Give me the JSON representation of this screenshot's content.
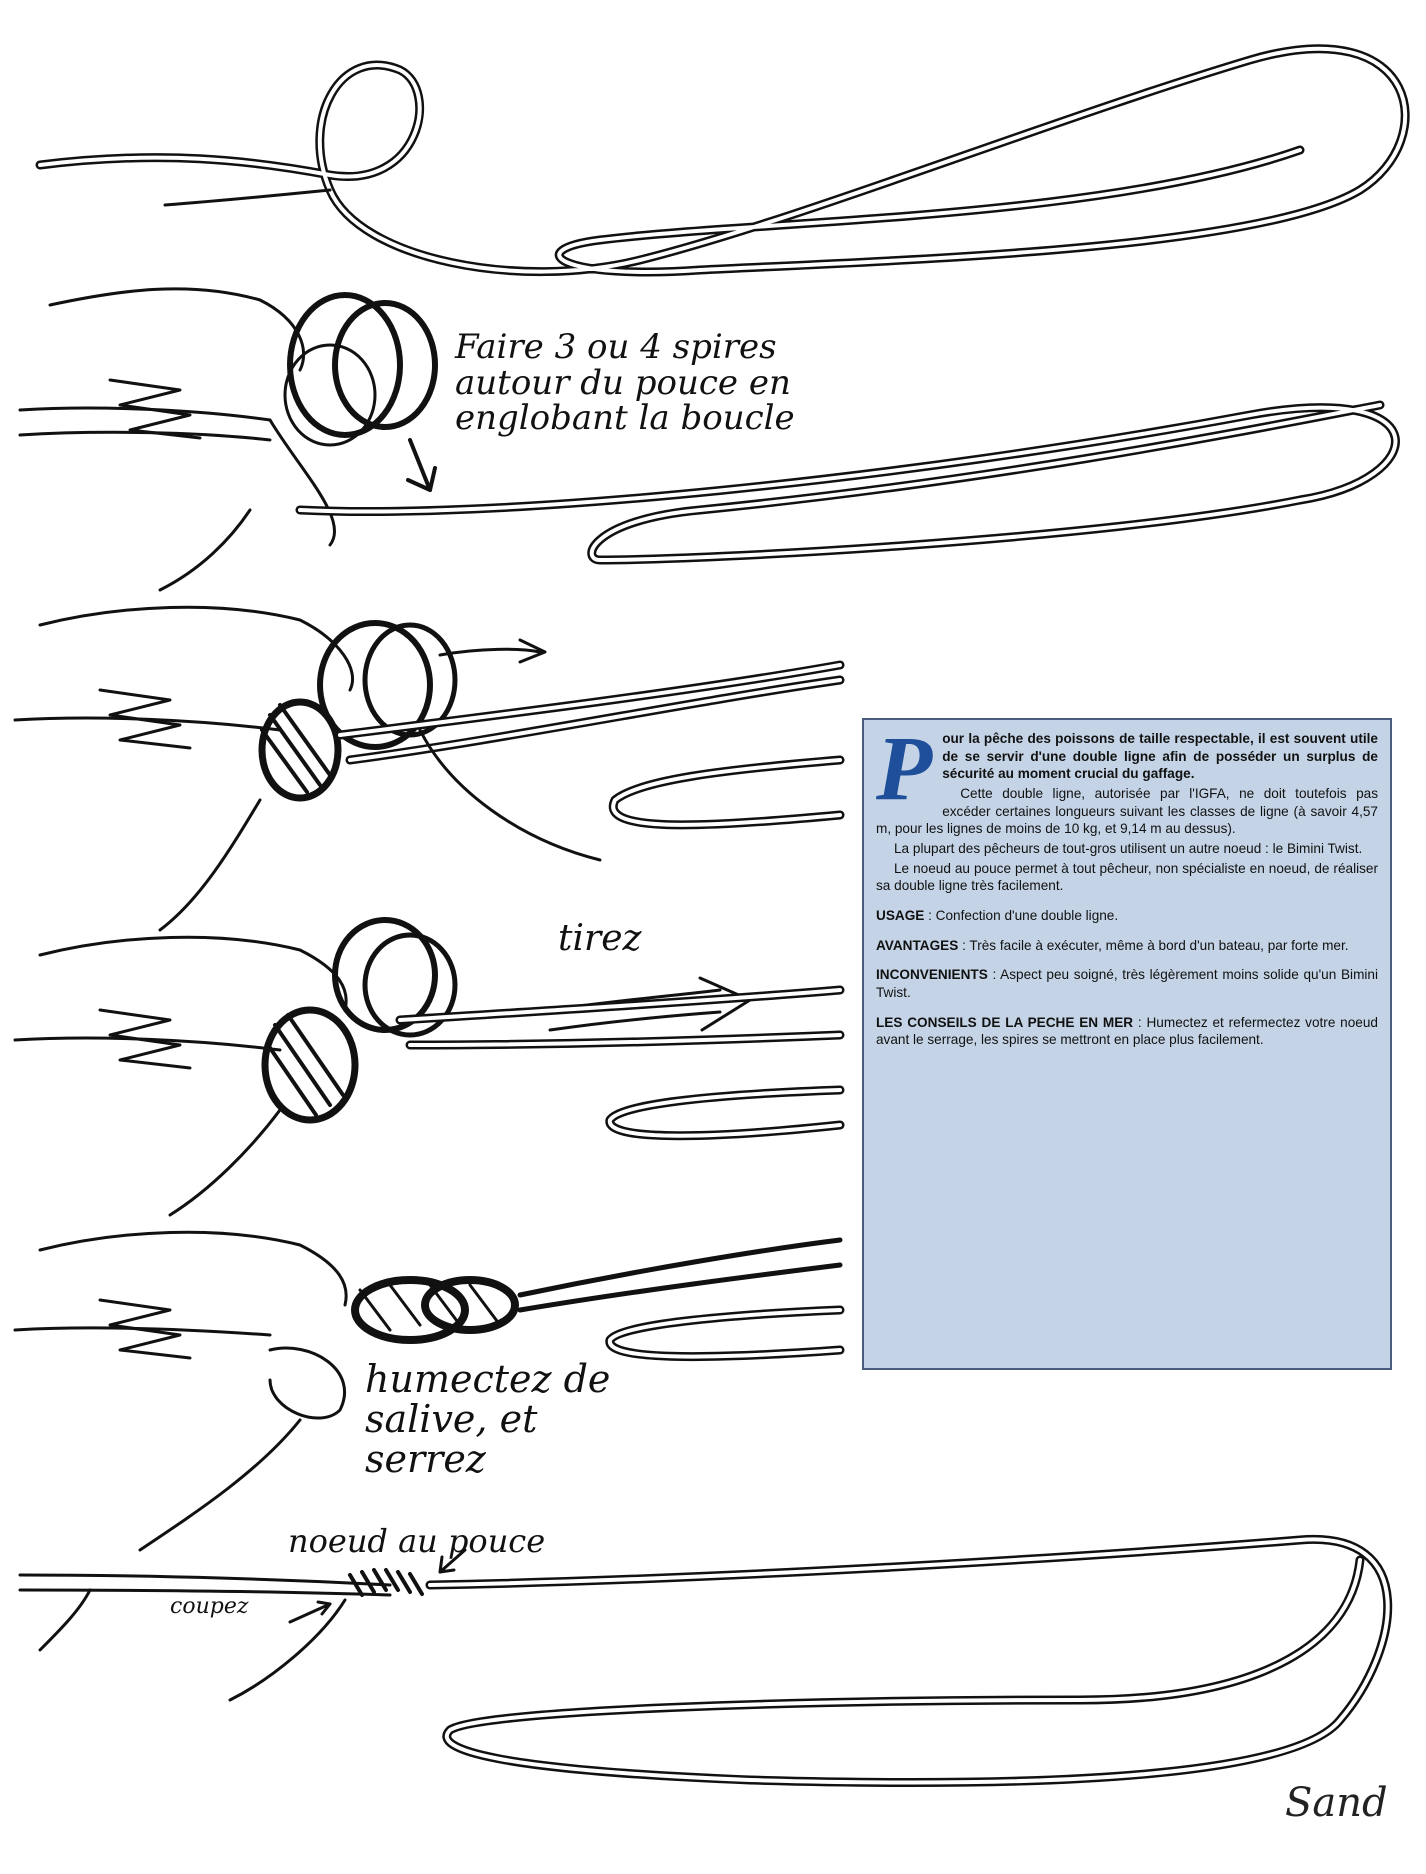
{
  "annotations": {
    "step2": "Faire 3 ou 4 spires autour du pouce en englobant la boucle",
    "step4": "tirez",
    "step5": "humectez de salive, et serrez",
    "step6_knot": "noeud au pouce",
    "step6_cut": "coupez"
  },
  "article": {
    "drop_cap": "P",
    "intro": "our la pêche des poissons de taille respectable, il est souvent utile de se servir d'une double ligne afin de posséder un surplus de sécurité au moment crucial du gaffage.",
    "paragraph_2": "Cette double ligne, autorisée par l'IGFA, ne doit toutefois pas excéder certaines longueurs suivant les classes de ligne (à savoir 4,57 m, pour les lignes de moins de 10 kg, et 9,14 m au dessus).",
    "paragraph_3": "La plupart des pêcheurs de tout-gros utilisent un autre noeud : le Bimini Twist.",
    "paragraph_4": "Le noeud au pouce permet à tout pêcheur, non spécialiste en noeud, de réaliser sa double ligne très facilement.",
    "usage_label": "USAGE",
    "usage_text": " : Confection d'une double ligne.",
    "avantages_label": "AVANTAGES",
    "avantages_text": " : Très facile à exécuter, même à bord d'un bateau, par forte mer.",
    "inconvenients_label": "INCONVENIENTS",
    "inconvenients_text": " : Aspect peu soigné, très légèrement moins solide qu'un Bimini Twist.",
    "conseils_label": "LES CONSEILS DE LA PECHE EN MER",
    "conseils_text": " : Humectez et refermectez votre noeud avant le serrage, les spires se mettront en place plus facilement."
  },
  "signature": "Sand",
  "colors": {
    "box_background": "#c4d4e6",
    "drop_cap": "#1f4f9a",
    "line_ink": "#111111"
  }
}
